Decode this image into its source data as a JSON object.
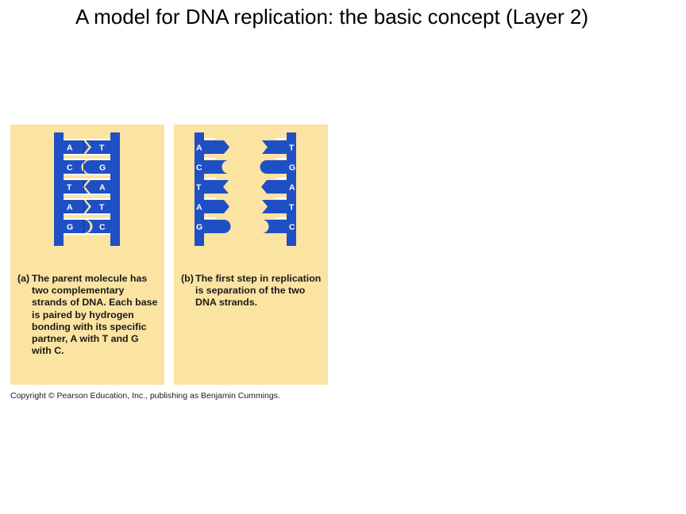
{
  "title": "A model for DNA replication: the basic concept (Layer 2)",
  "colors": {
    "panel_background": "#fbe3a2",
    "strand_blue": "#1f4fc4",
    "rung_white": "#ffffff"
  },
  "panels": [
    {
      "tag": "(a)",
      "caption": "The parent molecule has two complementary strands of DNA. Each base is paired by hydrogen bonding with its specific partner, A with T and G with C.",
      "state": "paired",
      "pairs": [
        {
          "left": "A",
          "right": "T"
        },
        {
          "left": "C",
          "right": "G"
        },
        {
          "left": "T",
          "right": "A"
        },
        {
          "left": "A",
          "right": "T"
        },
        {
          "left": "G",
          "right": "C"
        }
      ]
    },
    {
      "tag": "(b)",
      "caption": "The first step in replication is separation of the two DNA strands.",
      "state": "separated",
      "pairs": [
        {
          "left": "A",
          "right": "T"
        },
        {
          "left": "C",
          "right": "G"
        },
        {
          "left": "T",
          "right": "A"
        },
        {
          "left": "A",
          "right": "T"
        },
        {
          "left": "G",
          "right": "C"
        }
      ]
    }
  ],
  "copyright": "Copyright © Pearson Education, Inc., publishing as Benjamin Cummings."
}
